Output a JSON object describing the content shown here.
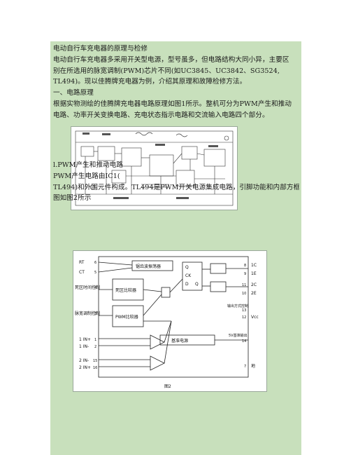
{
  "article": {
    "title": "电动自行车充电器的原理与检修",
    "intro_lines": [
      "电动自行车充电器多采用开关型电源，型号虽多，但电路结构大同小异，主要区",
      "别在所选用的脉宽调制(PWM)芯片不同(如UC3845、UC3842、SG3524,",
      "TL494)。现以佳腾牌充电器为例，介绍其原理和故障检修方法。"
    ],
    "section1_heading": "一、电路原理",
    "section1_lines": [
      "根据实物测绘的佳腾牌充电器电路原理如图1所示。整机可分为PWM产生和推动",
      "电路、功率开关变换电路、充电状态指示电路和交流输入电路四个部分。"
    ],
    "subsection_heading": "l.PWM产生和推动电路",
    "subsection_lines": [
      "PWM产生电路由IC1(",
      "TL494)和外围元件构成。TL494是PWM开关电源集成电路，引脚功能和内部方框",
      "图如图2所示"
    ]
  },
  "figure2": {
    "left_pins": [
      "RT",
      "CT",
      "死区时间控制",
      "脉宽调制控制",
      "1 IN+",
      "1 IN-",
      "2 IN-",
      "2 IN+"
    ],
    "blocks": [
      "锯齿波振荡器",
      "死区比较器",
      "PWM比较器",
      "基准电源"
    ],
    "flipflop": [
      "Q",
      "CK",
      "D",
      "Q"
    ],
    "right_pins": [
      "1C",
      "1E",
      "2C",
      "2E",
      "输出方式控制",
      "Vcc",
      "5V基准输出",
      "地"
    ],
    "pin_numbers_left": [
      "6",
      "5",
      "4",
      "3",
      "1",
      "2",
      "15",
      "16"
    ],
    "pin_numbers_right": [
      "8",
      "9",
      "11",
      "10",
      "13",
      "12",
      "14",
      "7"
    ],
    "caption": "图2"
  }
}
